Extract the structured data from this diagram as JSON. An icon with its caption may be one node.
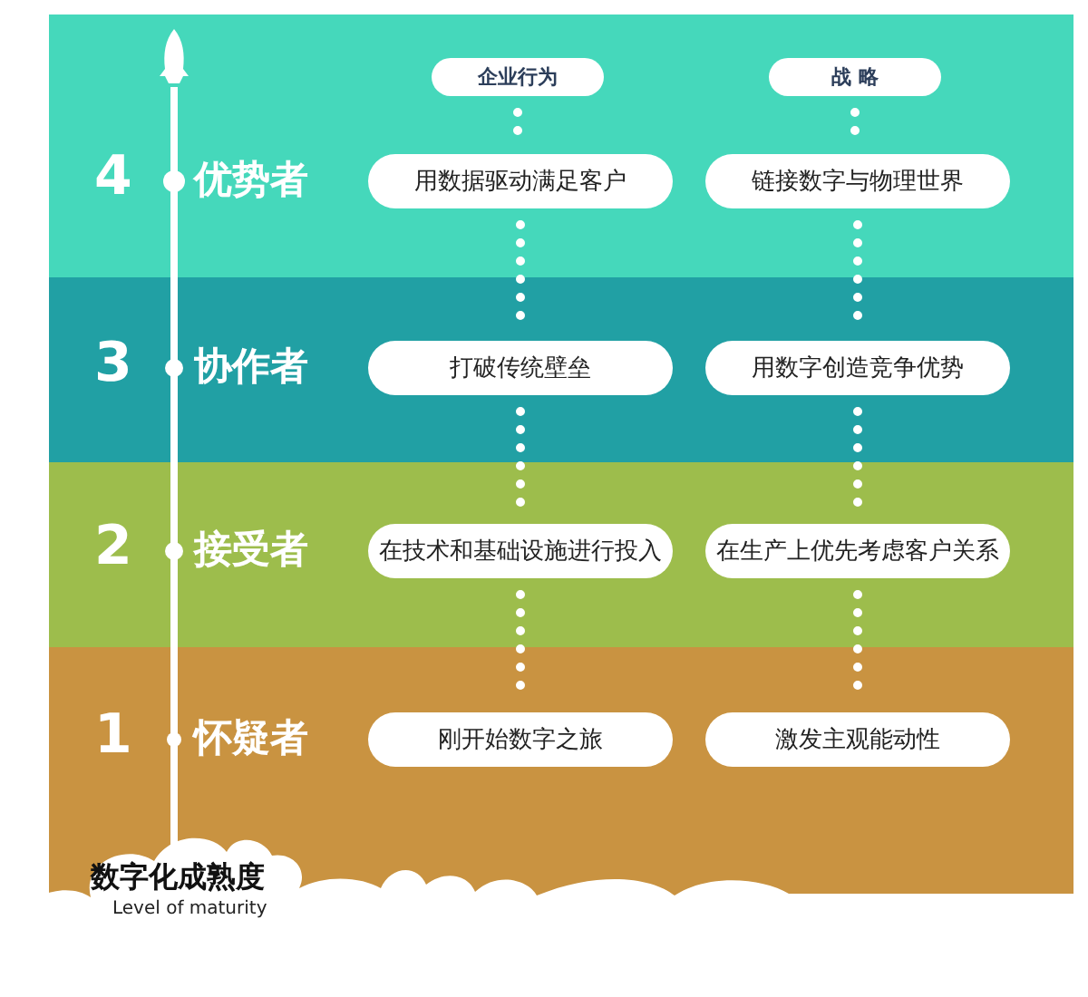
{
  "diagram": {
    "nodes": [
      {
        "text": [
          "4",
          "优势者"
        ]
      },
      {
        "text": [
          "企业行为"
        ],
        "in": 0
      },
      {
        "text": [
          "战 略"
        ],
        "in": 0
      },
      {
        "text": [
          "用数据驱动满足客户"
        ],
        "in": 0
      },
      {
        "text": [
          "链接数字与物理世界"
        ],
        "in": 0
      },
      {
        "text": [
          "3",
          "协作者"
        ]
      },
      {
        "text": [
          "打破传统壁垒"
        ],
        "in": 5
      },
      {
        "text": [
          "用数字创造竞争优势"
        ],
        "in": 5
      },
      {
        "text": [
          "2",
          "接受者"
        ]
      },
      {
        "text": [
          "在技术和基础设施进行投入"
        ],
        "in": 8
      },
      {
        "text": [
          "在生产上优先考虑客户关系"
        ],
        "in": 8
      },
      {
        "text": [
          "1",
          "怀疑者"
        ]
      },
      {
        "text": [
          "刚开始数字之旅"
        ],
        "in": 11
      },
      {
        "text": [
          "激发主观能动性"
        ],
        "in": 11
      },
      {
        "text": [
          "数字化成熟度",
          "Level of maturity"
        ]
      }
    ],
    "edges": [
      {
        "from": 1,
        "to": 3,
        "arrow": "none",
        "style": "dashed"
      },
      {
        "from": 3,
        "to": 6,
        "arrow": "none",
        "style": "dashed"
      },
      {
        "from": 6,
        "to": 9,
        "arrow": "none",
        "style": "dashed"
      },
      {
        "from": 9,
        "to": 12,
        "arrow": "none",
        "style": "dashed"
      },
      {
        "from": 2,
        "to": 4,
        "arrow": "none",
        "style": "dashed"
      },
      {
        "from": 4,
        "to": 7,
        "arrow": "none",
        "style": "dashed"
      },
      {
        "from": 7,
        "to": 10,
        "arrow": "none",
        "style": "dashed"
      },
      {
        "from": 10,
        "to": 13,
        "arrow": "none",
        "style": "dashed"
      }
    ]
  }
}
